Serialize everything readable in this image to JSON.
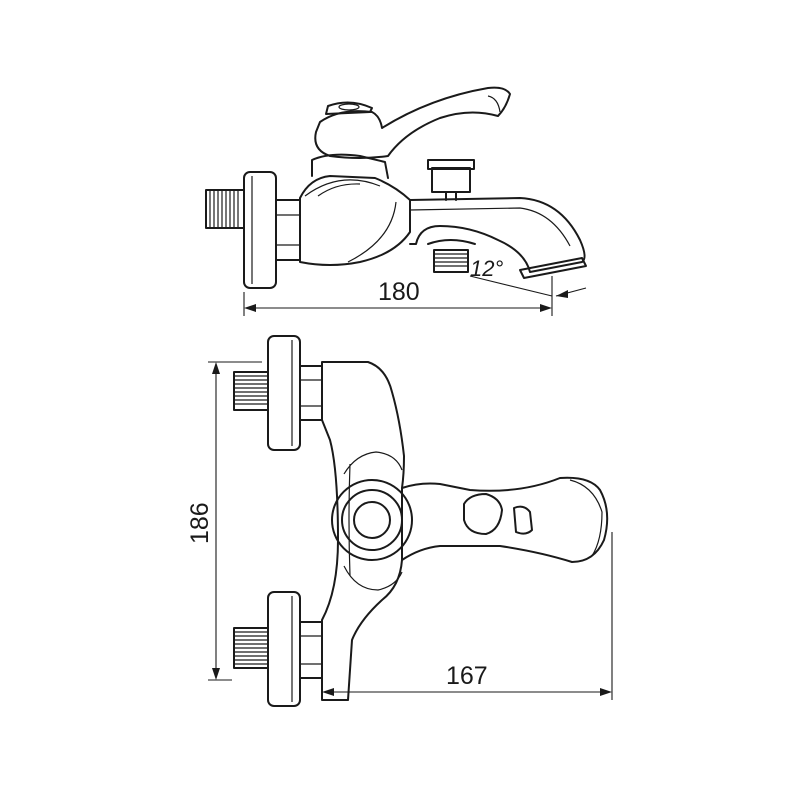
{
  "dimensions": {
    "side_width": "180",
    "spout_angle": "12°",
    "front_height": "186",
    "front_depth": "167"
  }
}
